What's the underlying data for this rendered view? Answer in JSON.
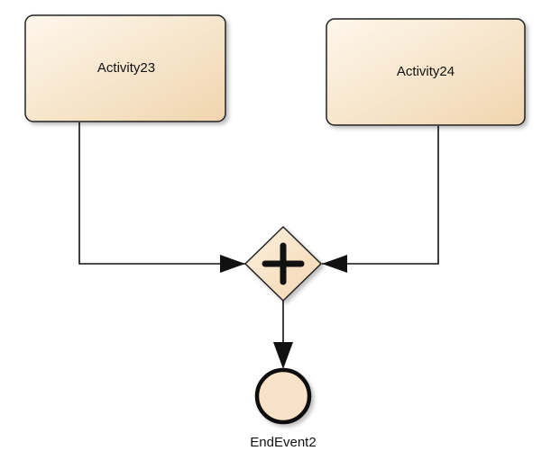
{
  "diagram": {
    "type": "bpmn-process",
    "activities": [
      {
        "id": "activity23",
        "label": "Activity23"
      },
      {
        "id": "activity24",
        "label": "Activity24"
      }
    ],
    "gateway": {
      "kind": "parallel",
      "symbol": "plus"
    },
    "end_event": {
      "label": "EndEvent2"
    },
    "connections": [
      {
        "from": "Activity23",
        "to": "parallel-gateway"
      },
      {
        "from": "Activity24",
        "to": "parallel-gateway"
      },
      {
        "from": "parallel-gateway",
        "to": "EndEvent2"
      }
    ],
    "colors": {
      "activity_fill_light": "#fdf3e4",
      "activity_fill_dark": "#f0d6b2",
      "gateway_fill": "#fbe6cc",
      "event_fill": "#f8e3c8",
      "stroke": "#111111"
    }
  }
}
